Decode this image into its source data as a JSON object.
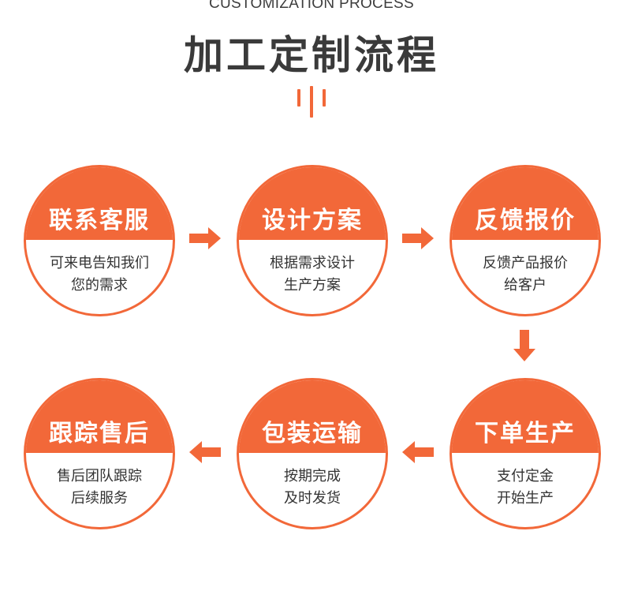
{
  "header": {
    "subtitle": "CUSTOMIZATION PROCESS",
    "title": "加工定制流程"
  },
  "steps": [
    {
      "title": "联系客服",
      "desc": [
        "可来电告知我们",
        "您的需求"
      ]
    },
    {
      "title": "设计方案",
      "desc": [
        "根据需求设计",
        "生产方案"
      ]
    },
    {
      "title": "反馈报价",
      "desc": [
        "反馈产品报价",
        "给客户"
      ]
    },
    {
      "title": "下单生产",
      "desc": [
        "支付定金",
        "开始生产"
      ]
    },
    {
      "title": "包装运输",
      "desc": [
        "按期完成",
        "及时发货"
      ]
    },
    {
      "title": "跟踪售后",
      "desc": [
        "售后团队跟踪",
        "后续服务"
      ]
    }
  ],
  "colors": {
    "accent": "#f26839",
    "title_text": "#3a3a3a",
    "body_text": "#333333"
  },
  "icons": {
    "arrow_right": "arrow-right-icon",
    "arrow_down": "arrow-down-icon",
    "arrow_left": "arrow-left-icon"
  }
}
